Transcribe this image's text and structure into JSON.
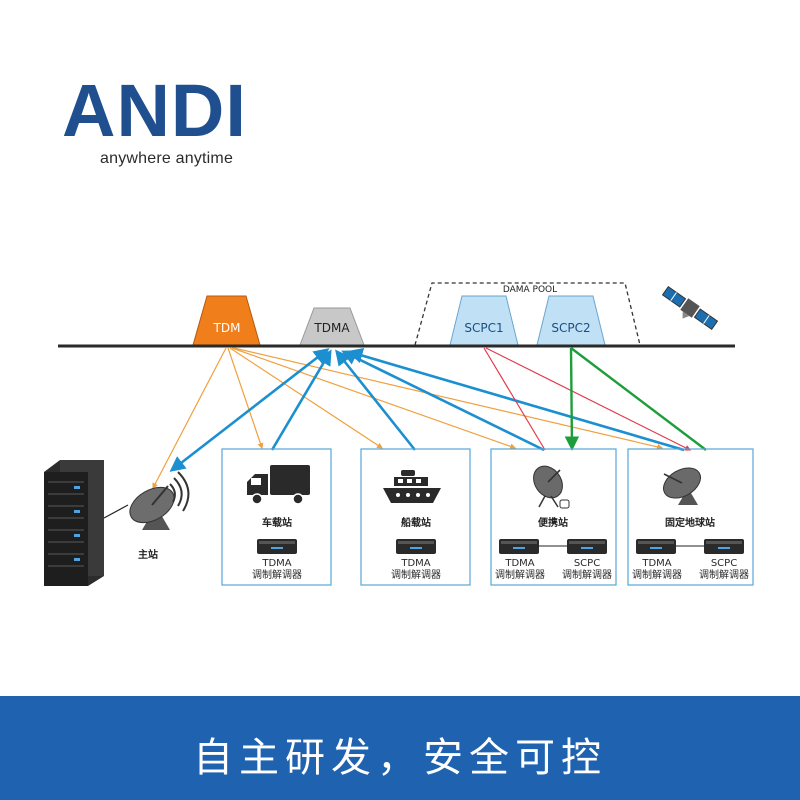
{
  "logo": {
    "name": "ANDI",
    "tagline": "anywhere anytime"
  },
  "carriers": {
    "tdm": "TDM",
    "tdma": "TDMA",
    "scpc1": "SCPC1",
    "scpc2": "SCPC2",
    "dama_pool": "DAMA POOL"
  },
  "hub": {
    "label": "主站"
  },
  "stations": {
    "vehicle": {
      "label": "车载站",
      "modem_type": "TDMA",
      "modem_label": "调制解调器"
    },
    "ship": {
      "label": "船载站",
      "modem_type": "TDMA",
      "modem_label": "调制解调器"
    },
    "portable": {
      "label": "便携站",
      "modem1_type": "TDMA",
      "modem1_label": "调制解调器",
      "modem2_type": "SCPC",
      "modem2_label": "调制解调器"
    },
    "fixed": {
      "label": "固定地球站",
      "modem1_type": "TDMA",
      "modem1_label": "调制解调器",
      "modem2_type": "SCPC",
      "modem2_label": "调制解调器"
    }
  },
  "footer": {
    "slogan": "自主研发，安全可控"
  },
  "colors": {
    "brand": "#1f4f8f",
    "tdm": "#f07f1b",
    "tdma": "#c8c8c8",
    "scpc": "#bfe0f5",
    "link_blue": "#1b8fcf",
    "link_orange": "#f0a040",
    "link_red": "#e03a4a",
    "link_green": "#1e9e3a",
    "footer": "#1e62b0"
  }
}
